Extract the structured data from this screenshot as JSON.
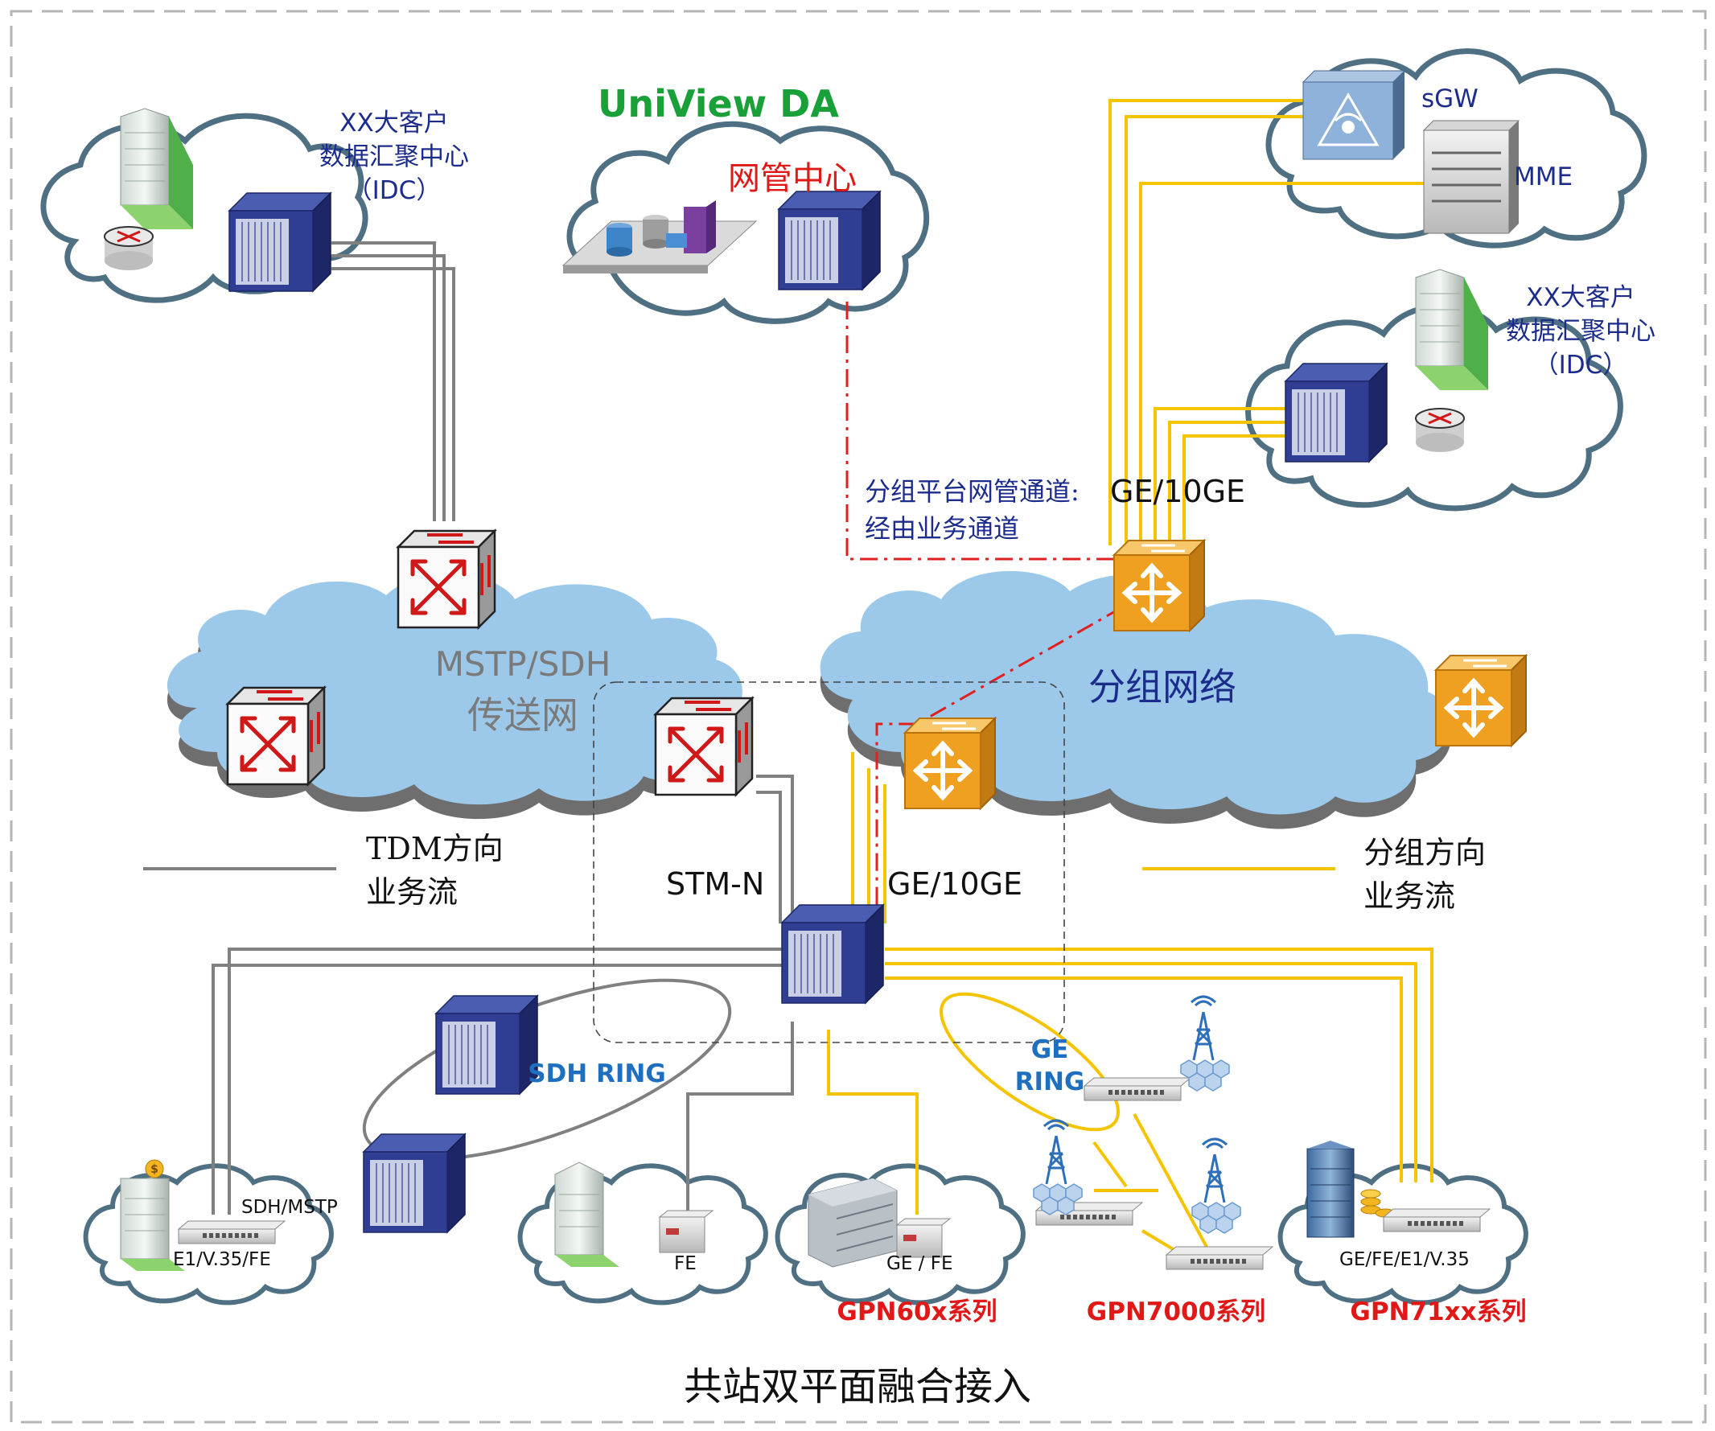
{
  "colors": {
    "packet_line": "#f5c400",
    "tdm_line": "#808080",
    "mgmt_line": "#e02020",
    "cloud_blue": "#9cc9ea",
    "orange_router": "#f0a020",
    "navy_device": "#2c3a8c",
    "red_label": "#e01818",
    "blue_label": "#1e6fbf",
    "green_title": "#1aa038",
    "dark_blue_text": "#1c2c8c"
  },
  "labels": {
    "idc_left": [
      "XX大客户",
      "数据汇聚中心",
      "（IDC）"
    ],
    "idc_right": [
      "XX大客户",
      "数据汇聚中心",
      "（IDC）"
    ],
    "uniview_title": "UniView DA",
    "nms_center": "网管中心",
    "sgw": "sGW",
    "mme": "MME",
    "mgmt_channel_1": "分组平台网管通道:",
    "mgmt_channel_2": "经由业务通道",
    "ge_top": "GE/10GE",
    "mstp_1": "MSTP/SDH",
    "mstp_2": "传送网",
    "packet_net": "分组网络",
    "tdm_flow_1": "TDM方向",
    "tdm_flow_2": "业务流",
    "packet_flow_1": "分组方向",
    "packet_flow_2": "业务流",
    "stm_n": "STM-N",
    "ge_mid": "GE/10GE",
    "sdh_ring": "SDH RING",
    "ge_ring_1": "GE",
    "ge_ring_2": "RING",
    "sdh_mstp": "SDH/MSTP",
    "e1_v35_fe": "E1/V.35/FE",
    "fe": "FE",
    "ge_fe": "GE / FE",
    "ge_fe_e1_v35": "GE/FE/E1/V.35",
    "gpn60x": "GPN60x系列",
    "gpn7000": "GPN7000系列",
    "gpn71xx": "GPN71xx系列",
    "caption": "共站双平面融合接入"
  },
  "icons": [
    "building-icon",
    "router-icon",
    "sdh-switch-icon",
    "packet-router-icon",
    "chassis-icon",
    "server-rack-icon",
    "sgw-icon",
    "mme-icon",
    "tower-icon",
    "gpn-device-icon"
  ]
}
